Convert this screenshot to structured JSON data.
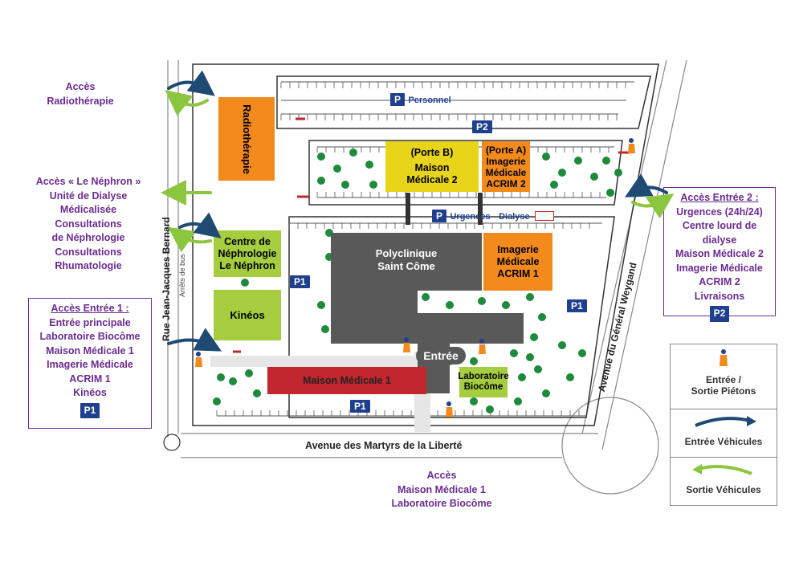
{
  "left_labels": {
    "radiotherapie": [
      "Accès",
      "Radiothérapie"
    ],
    "nephron": [
      "Accès « Le Néphron »",
      "Unité de Dialyse",
      "Médicalisée",
      "Consultations",
      "de Néphrologie",
      "Consultations",
      "Rhumatologie"
    ]
  },
  "entree1_box": {
    "title": "Accès Entrée 1 :",
    "lines": [
      "Entrée principale",
      "Laboratoire Biocôme",
      "Maison Médicale 1",
      "Imagerie Médicale",
      "ACRIM 1",
      "Kinéos"
    ],
    "parking": "P1"
  },
  "entree2_box": {
    "title": "Accès Entrée 2 :",
    "lines": [
      "Urgences (24h/24)",
      "Centre lourd de dialyse",
      "Maison Médicale 2",
      "Imagerie Médicale",
      "ACRIM 2",
      "Livraisons"
    ],
    "parking": "P2"
  },
  "bottom_label": [
    "Accès",
    "Maison Médicale 1",
    "Laboratoire Biocôme"
  ],
  "buildings": {
    "radiotherapie": "Radiothérapie",
    "nephrologie": [
      "Centre de",
      "Néphrologie",
      "Le Néphron"
    ],
    "kineos": "Kinéos",
    "maison2": [
      "(Porte B)",
      "Maison",
      "Médicale 2"
    ],
    "imagerie2": [
      "(Porte A)",
      "Imagerie",
      "Médicale",
      "ACRIM 2"
    ],
    "polyclinique": [
      "Polyclinique",
      "Saint Côme"
    ],
    "imagerie1": [
      "Imagerie",
      "Médicale",
      "ACRIM 1"
    ],
    "maison1": "Maison Médicale 1",
    "biocome": [
      "Laboratoire",
      "Biocôme"
    ]
  },
  "map_labels": {
    "personnel": "Personnel",
    "urgences": "Urgences",
    "dialyse": "Dialyse",
    "entree": "Entrée",
    "arrets_bus": "Arrêts de bus",
    "p1": "P1",
    "p2": "P2",
    "p": "P"
  },
  "roads": {
    "jean_jacques": "Rue Jean-Jacques Bernard",
    "weygand": "Avenue du Général Weygand",
    "martyrs": "Avenue des Martyrs de la Liberté"
  },
  "legend": {
    "pedestrian": [
      "Entrée /",
      "Sortie Piétons"
    ],
    "vehicle_in": "Entrée Véhicules",
    "vehicle_out": "Sortie Véhicules"
  },
  "colors": {
    "accent_purple": "#6a2c8f",
    "radiotherapie": "#f28a1e",
    "nephro_green": "#a6cc3f",
    "maison2_yellow": "#e8d51a",
    "polyclinique_gray": "#595959",
    "maison1_red": "#c1272d",
    "parking_blue": "#1f3f8f",
    "tree_green": "#1e8a3c"
  }
}
